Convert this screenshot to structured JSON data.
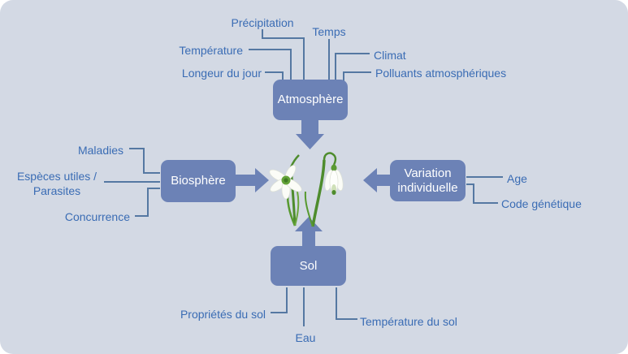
{
  "diagram": {
    "description": "Facteurs environnementaux agissant sur une plante (perce-neige)",
    "center_image": "two snowdrop flowers",
    "colors": {
      "background": "#d3d9e4",
      "box_fill": "#6c82b6",
      "box_text": "#ffffff",
      "label_text": "#3a6cb4",
      "connector_line": "#5578a2"
    },
    "boxes": {
      "atmosphere": "Atmosphère",
      "biosphere": "Biosphère",
      "variation_line1": "Variation",
      "variation_line2": "individuelle",
      "sol": "Sol"
    },
    "factors": {
      "precipitation": "Précipitation",
      "temps": "Temps",
      "temperature": "Température",
      "climat": "Climat",
      "longeur_du_jour": "Longeur du jour",
      "polluants_atmospheriques": "Polluants atmosphériques",
      "maladies": "Maladies",
      "especes_utiles_line1": "Espèces utiles /",
      "especes_utiles_line2": "Parasites",
      "concurrence": "Concurrence",
      "age": "Age",
      "code_genetique": "Code génétique",
      "proprietes_du_sol": "Propriétés du sol",
      "eau": "Eau",
      "temperature_du_sol": "Température du sol"
    }
  }
}
